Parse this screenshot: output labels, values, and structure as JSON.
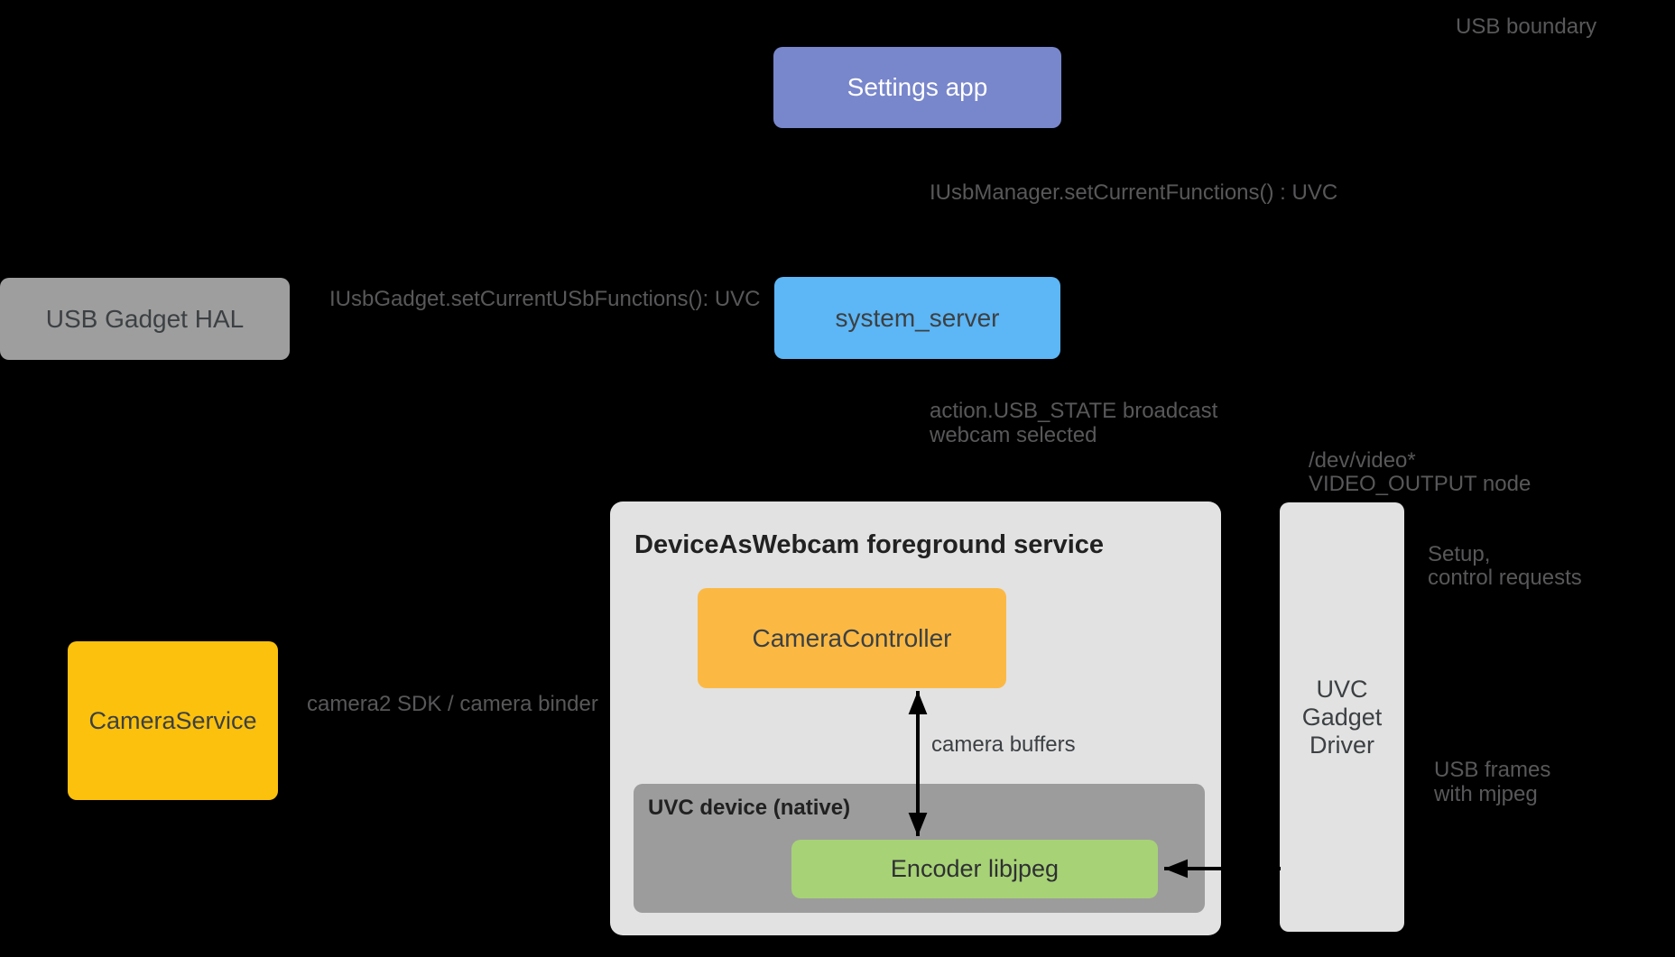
{
  "nodes": {
    "settings_app": {
      "label": "Settings app",
      "color": "#7886CB",
      "text_color": "#ffffff"
    },
    "system_server": {
      "label": "system_server",
      "color": "#5DB6F5",
      "text_color": "#3c4043"
    },
    "usb_gadget_hal": {
      "label": "USB Gadget HAL",
      "color": "#9E9E9E",
      "text_color": "#3c4043"
    },
    "camera_service": {
      "label": "CameraService",
      "color": "#FCC10D",
      "text_color": "#3c4043"
    },
    "camera_controller": {
      "label": "CameraController",
      "color": "#FBB944",
      "text_color": "#3c4043"
    },
    "encoder": {
      "label": "Encoder libjpeg",
      "color": "#A7D276",
      "text_color": "#2f3033"
    },
    "uvc_gadget_driver": {
      "lines": [
        "UVC",
        "Gadget",
        "Driver"
      ],
      "color": "#E2E2E2",
      "text_color": "#3c4043"
    }
  },
  "containers": {
    "foreground_service": {
      "title": "DeviceAsWebcam foreground service",
      "color": "#E2E2E2"
    },
    "uvc_device": {
      "title": "UVC device (native)",
      "color": "#9C9C9C"
    }
  },
  "labels": {
    "usb_boundary": "USB boundary",
    "iusbmanager_call": "IUsbManager.setCurrentFunctions() : UVC",
    "iusbgadget_call": "IUsbGadget.setCurrentUSbFunctions(): UVC",
    "usb_state_line1": "action.USB_STATE broadcast",
    "usb_state_line2": "webcam selected",
    "dev_video_line1": "/dev/video*",
    "dev_video_line2": "VIDEO_OUTPUT node",
    "setup_line1": "Setup,",
    "setup_line2": "control requests",
    "camera2_sdk": "camera2 SDK / camera binder",
    "camera_buffers": "camera buffers",
    "usb_frames_line1": "USB frames",
    "usb_frames_line2": "with mjpeg"
  },
  "style": {
    "background": "#000000",
    "arrow_color": "#000000",
    "outside_label_color": "#58585a"
  }
}
